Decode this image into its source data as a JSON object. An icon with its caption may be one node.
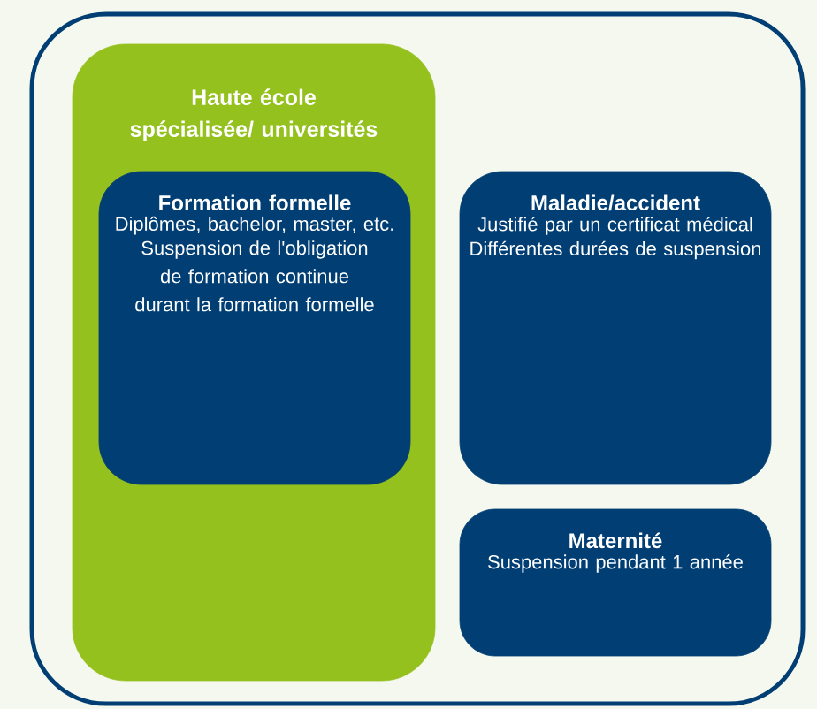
{
  "diagram": {
    "nodes": [
      {
        "text": [],
        "shape": "box"
      },
      {
        "text": [
          "Haute école spécialisée/ universités"
        ],
        "in": 0
      },
      {
        "text": [
          "Formation formelle",
          "Diplômes, bachelor, master, etc.",
          "Suspension de l'obligation de formation continue durant la formation formelle"
        ],
        "in": 1
      },
      {
        "text": [
          "Maladie/accident",
          "Justifié par un certificat médical",
          "Différentes durées de suspension"
        ],
        "in": 0
      },
      {
        "text": [
          "Maternité",
          "Suspension pendant 1 année"
        ],
        "in": 0
      }
    ]
  }
}
